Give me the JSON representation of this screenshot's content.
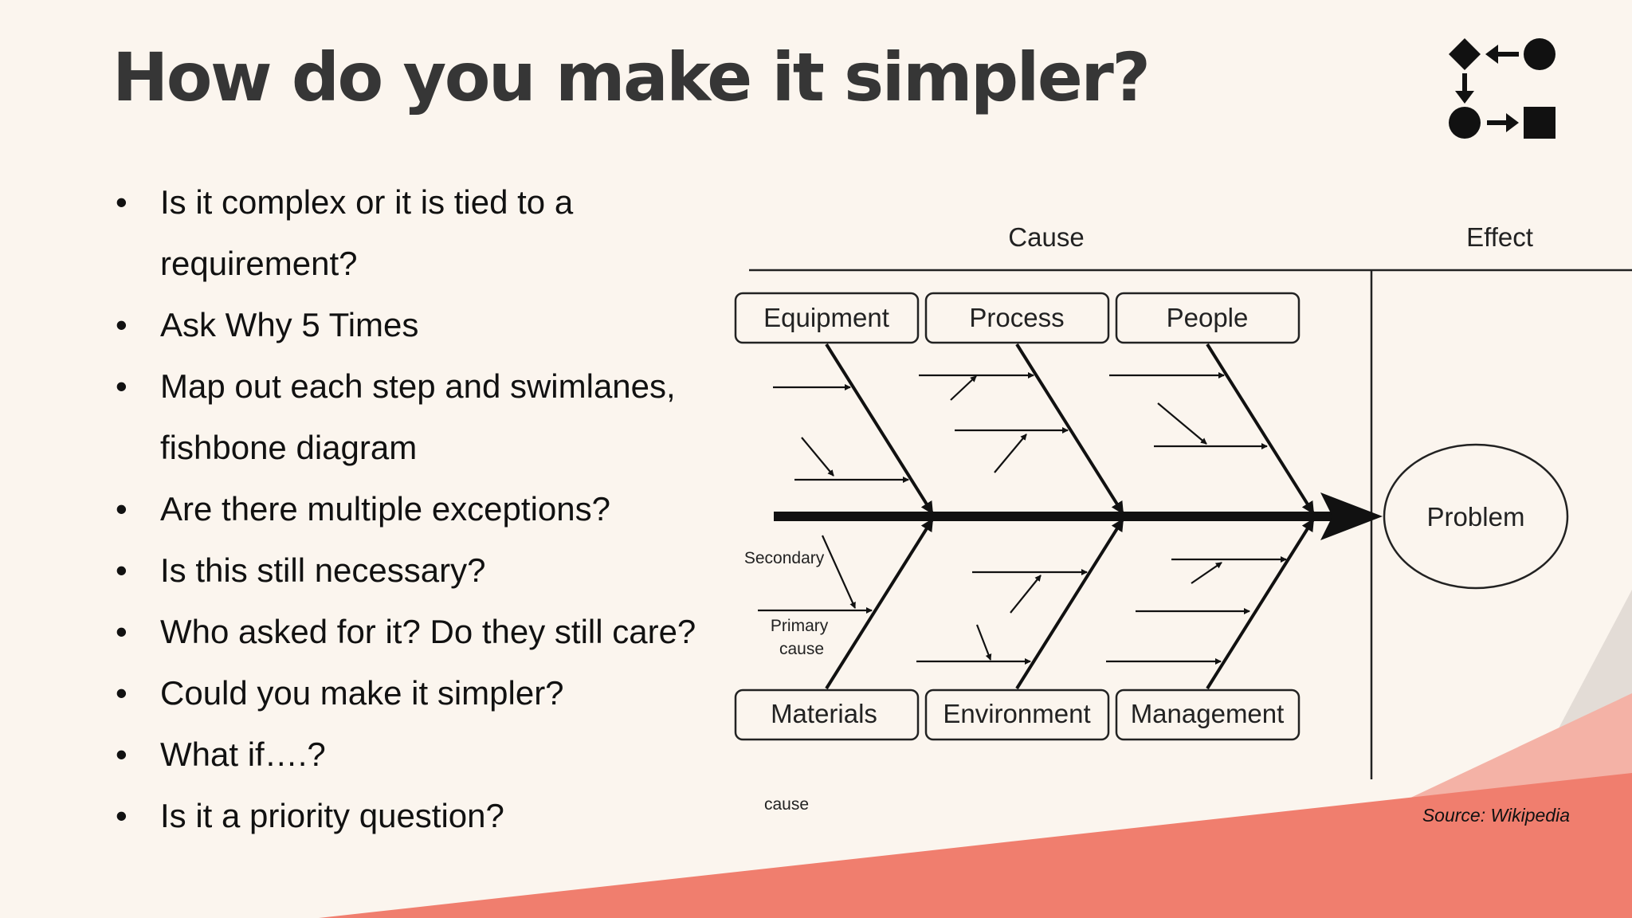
{
  "slide": {
    "title": "How do you make it simpler?",
    "bullets": [
      "Is it complex or it is tied to a requirement?",
      "Ask Why 5 Times",
      "Map out each step and swimlanes, fishbone diagram",
      "Are there multiple exceptions?",
      "Is this still necessary?",
      "Who asked for it? Do they still care?",
      "Could you make it simpler?",
      "What if….?",
      "Is it a priority question?"
    ],
    "bullet_marker": "•",
    "source": "Source: Wikipedia",
    "logo_icon": "shapes-flow-icon",
    "colors": {
      "background": "#fbf5ee",
      "accent": "#f07e6e",
      "title": "#363636"
    }
  },
  "fishbone": {
    "cause_header": "Cause",
    "effect_header": "Effect",
    "problem": "Problem",
    "top_categories": [
      "Equipment",
      "Process",
      "People"
    ],
    "bottom_categories": [
      "Materials",
      "Environment",
      "Management"
    ],
    "secondary_cause_label": "Secondary cause",
    "primary_cause_label": "Primary cause"
  }
}
